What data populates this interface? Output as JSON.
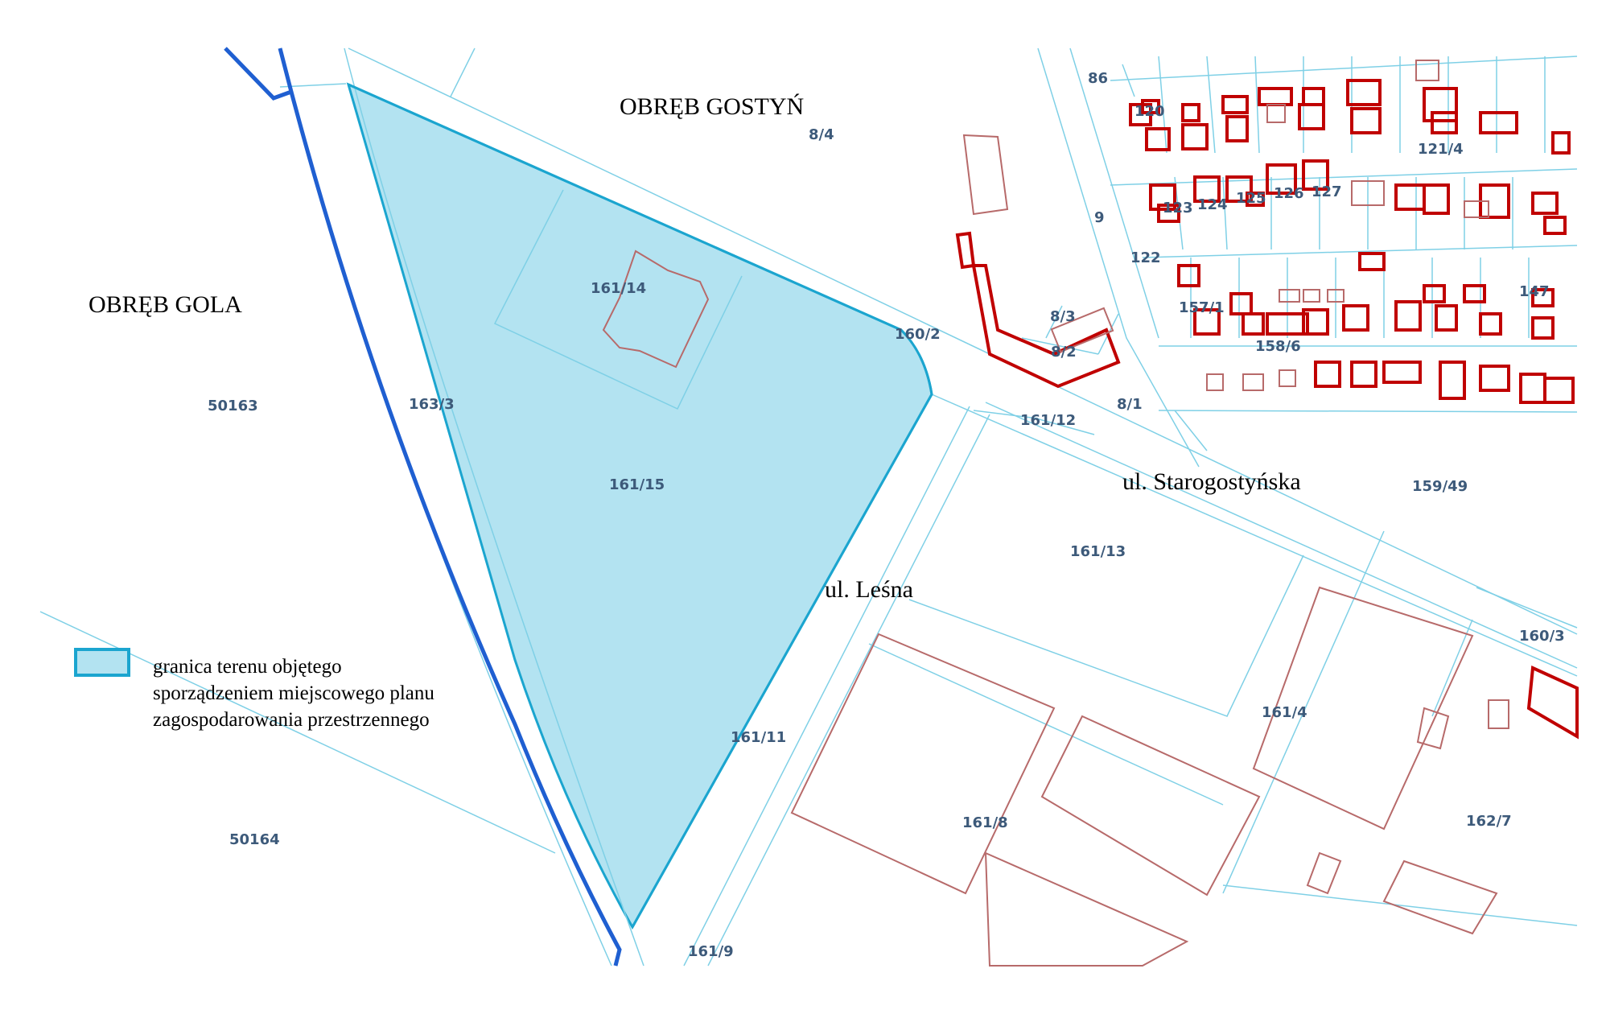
{
  "map": {
    "precinct_labels": {
      "gostyn": "OBRĘB GOSTYŃ",
      "gola": "OBRĘB GOLA"
    },
    "streets": {
      "starogostynska": "ul. Starogostyńska",
      "lesna": "ul. Leśna"
    },
    "parcels": {
      "p8_4": "8/4",
      "p86": "86",
      "p120": "120",
      "p121_4": "121/4",
      "p9": "9",
      "p123": "123",
      "p124": "124",
      "p125": "125",
      "p126": "126",
      "p127": "127",
      "p122": "122",
      "p147": "147",
      "p157_1": "157/1",
      "p158_6": "158/6",
      "p8_3": "8/3",
      "p8_2": "8/2",
      "p8_1": "8/1",
      "p160_2": "160/2",
      "p161_12": "161/12",
      "p161_14": "161/14",
      "p161_15": "161/15",
      "p163_3": "163/3",
      "p50163": "50163",
      "p159_49": "159/49",
      "p161_13": "161/13",
      "p160_3": "160/3",
      "p161_4": "161/4",
      "p161_11": "161/11",
      "p161_8": "161/8",
      "p162_7": "162/7",
      "p50164": "50164",
      "p161_9": "161/9"
    }
  },
  "legend": {
    "study_area_label": "granica terenu objętego\nsporządzeniem miejscowego planu\nzagospodarowania przestrzennego"
  },
  "colors": {
    "study_area_fill": "#b3e3f1",
    "study_area_border": "#1ba5cf",
    "parcel_lines": "#7fd0e6",
    "precinct_border": "#1f5fd1",
    "building_new": "#c00000",
    "building_old": "#b76a6a",
    "parcel_label": "#3d5a7a"
  }
}
